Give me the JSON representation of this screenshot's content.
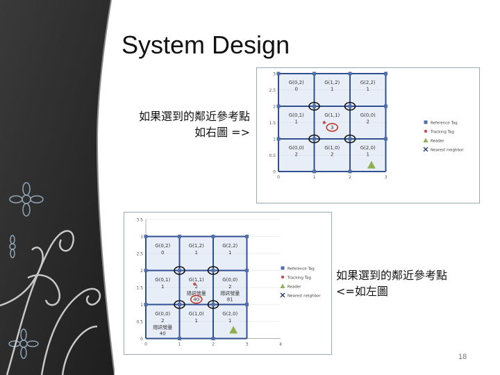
{
  "slide": {
    "title": "System Design",
    "caption_top_line1": "如果選到的鄰近參考點",
    "caption_top_line2": "如右圖 =>",
    "caption_bottom_line1": "如果選到的鄰近參考點",
    "caption_bottom_line2": "<=如左圖",
    "page_number": "18"
  },
  "colors": {
    "sidebar_dark": "#2b2b2b",
    "grid_line": "#2f4f8f",
    "reference_tag": "#4f6fa8",
    "tracking_tag": "#c0504d",
    "reader": "#8fb04f",
    "highlight_ring": "#c0392b",
    "panel_bg": "#e8eef7"
  },
  "icons": [
    "flower-ornament-icon",
    "swirl-vine-icon"
  ],
  "chart_data": [
    {
      "type": "scatter",
      "xlim": [
        0,
        3
      ],
      "ylim": [
        0,
        3
      ],
      "xticks": [
        "0",
        "1",
        "2",
        "3"
      ],
      "yticks": [
        "0",
        "0.5",
        "1",
        "1.5",
        "2",
        "2.5",
        "3",
        "3.5"
      ],
      "legend": [
        "Reference Tag",
        "Tracking Tag",
        "Reader",
        "Nearest neighbor"
      ],
      "legend_position": "right",
      "cells": [
        {
          "label": "G(0,2)",
          "value": "0",
          "col": 0,
          "row": 2
        },
        {
          "label": "G(1,2)",
          "value": "1",
          "col": 1,
          "row": 2
        },
        {
          "label": "G(2,2)",
          "value": "1",
          "col": 2,
          "row": 2
        },
        {
          "label": "G(0,1)",
          "value": "1",
          "col": 0,
          "row": 1
        },
        {
          "label": "G(1,1)",
          "value": "3",
          "col": 1,
          "row": 1
        },
        {
          "label": "G(0,0)",
          "value": "2",
          "col": 2,
          "row": 1
        },
        {
          "label": "G(0,0)",
          "value": "2",
          "col": 0,
          "row": 0
        },
        {
          "label": "G(1,0)",
          "value": "2",
          "col": 1,
          "row": 0
        },
        {
          "label": "G(2,0)",
          "value": "1",
          "col": 2,
          "row": 0
        }
      ],
      "reference_tags": [
        [
          0,
          1
        ],
        [
          1,
          1
        ],
        [
          2,
          1
        ],
        [
          3,
          1
        ],
        [
          0,
          2
        ],
        [
          1,
          2
        ],
        [
          2,
          2
        ],
        [
          3,
          2
        ],
        [
          1,
          0
        ],
        [
          2,
          0
        ],
        [
          0,
          3
        ],
        [
          1,
          3
        ],
        [
          2,
          3
        ],
        [
          3,
          3
        ]
      ],
      "nearest_neighbors": [
        [
          1,
          2
        ],
        [
          2,
          2
        ],
        [
          1,
          1
        ],
        [
          2,
          1
        ]
      ],
      "tracking_tag": [
        1.28,
        1.5
      ],
      "reader": [
        2.6,
        0.2
      ],
      "highlight_cell": [
        1,
        1
      ]
    },
    {
      "type": "scatter",
      "xlim": [
        0,
        4
      ],
      "ylim": [
        0,
        3.5
      ],
      "xticks": [
        "0",
        "1",
        "2",
        "3",
        "4"
      ],
      "yticks": [
        "0",
        "0.5",
        "1",
        "1.5",
        "2",
        "2.5",
        "3",
        "3.5"
      ],
      "legend": [
        "Reference Tag",
        "Tracking Tag",
        "Reader",
        "Nearest neighbor"
      ],
      "legend_position": "right",
      "cells": [
        {
          "label": "G(0,2)",
          "value": "0",
          "col": 0,
          "row": 2
        },
        {
          "label": "G(1,2)",
          "value": "1",
          "col": 1,
          "row": 2
        },
        {
          "label": "G(2,2)",
          "value": "1",
          "col": 2,
          "row": 2
        },
        {
          "label": "G(0,1)",
          "value": "1",
          "col": 0,
          "row": 1
        },
        {
          "label": "G(1,1)",
          "value": "2",
          "col": 1,
          "row": 1,
          "note": "總訊號量",
          "note_value": "40"
        },
        {
          "label": "G(0,0)",
          "value": "2",
          "col": 2,
          "row": 1,
          "note": "總訊號量",
          "note_value": "81"
        },
        {
          "label": "G(0,0)",
          "value": "2",
          "col": 0,
          "row": 0,
          "note": "總訊號量",
          "note_value": "40"
        },
        {
          "label": "G(1,0)",
          "value": "1",
          "col": 1,
          "row": 0
        },
        {
          "label": "G(2,0)",
          "value": "1",
          "col": 2,
          "row": 0
        }
      ],
      "reference_tags": [
        [
          0,
          1
        ],
        [
          1,
          1
        ],
        [
          2,
          1
        ],
        [
          3,
          1
        ],
        [
          0,
          2
        ],
        [
          1,
          2
        ],
        [
          2,
          2
        ],
        [
          3,
          2
        ],
        [
          1,
          0
        ],
        [
          2,
          0
        ],
        [
          0,
          3
        ],
        [
          1,
          3
        ],
        [
          2,
          3
        ],
        [
          3,
          3
        ]
      ],
      "nearest_neighbors": [
        [
          1,
          2
        ],
        [
          2,
          2
        ],
        [
          1,
          1
        ],
        [
          2,
          1
        ]
      ],
      "tracking_tag": [
        1.45,
        1.6
      ],
      "reader": [
        2.6,
        0.25
      ],
      "highlight_cell": [
        1,
        1
      ]
    }
  ]
}
